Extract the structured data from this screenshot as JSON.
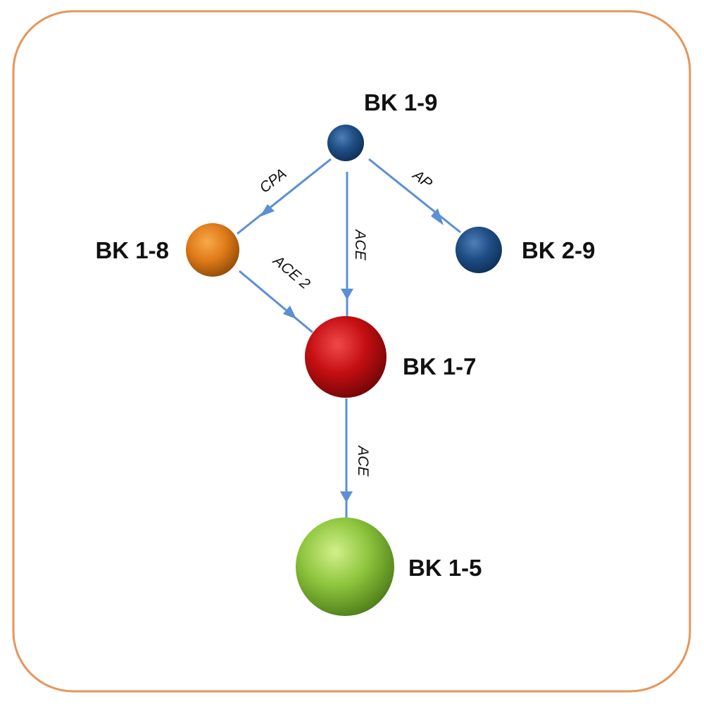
{
  "nodes": {
    "bk19": {
      "label": "BK 1-9",
      "color": "#1f4e85"
    },
    "bk18": {
      "label": "BK 1-8",
      "color": "#e07b18"
    },
    "bk29": {
      "label": "BK 2-9",
      "color": "#1f4e85"
    },
    "bk17": {
      "label": "BK 1-7",
      "color": "#c40f12"
    },
    "bk15": {
      "label": "BK 1-5",
      "color": "#8cc43c"
    }
  },
  "edges": {
    "cpa": {
      "label": "CPA",
      "from": "BK 1-9",
      "to": "BK 1-8"
    },
    "ap": {
      "label": "AP",
      "from": "BK 1-9",
      "to": "BK 2-9"
    },
    "ace_top": {
      "label": "ACE",
      "from": "BK 1-9",
      "to": "BK 1-7"
    },
    "ace2": {
      "label": "ACE 2",
      "from": "BK 1-8",
      "to": "BK 1-7"
    },
    "ace_bottom": {
      "label": "ACE",
      "from": "BK 1-7",
      "to": "BK 1-5"
    }
  },
  "colors": {
    "frame": "#e8955a",
    "edge": "#5b8fd6"
  }
}
